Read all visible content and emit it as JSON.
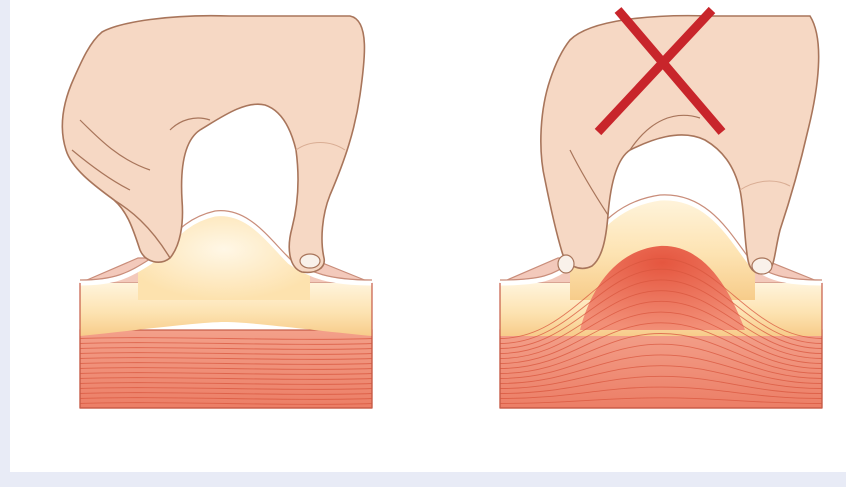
{
  "figure": {
    "panels": [
      {
        "id": "correct",
        "technique": "pinch-skin-and-fat-only",
        "marked_wrong": false
      },
      {
        "id": "incorrect",
        "technique": "pinch-including-muscle",
        "marked_wrong": true
      }
    ],
    "colors": {
      "frame_border": "#e8ebf6",
      "skin": "#f6d7c3",
      "skin_shadow": "#e9b99d",
      "skin_line": "#b07a5f",
      "surface_top": "#f3c6b8",
      "fat_light": "#fde7bf",
      "fat_dark": "#f7cf8f",
      "muscle_light": "#f6a48d",
      "muscle_dark": "#e8684f",
      "muscle_line": "#d8553e",
      "cross_mark": "#c8252b",
      "nail": "#f9f1ea"
    },
    "icons": [
      "left-hand-icon",
      "right-hand-icon",
      "cross-mark-icon"
    ]
  }
}
